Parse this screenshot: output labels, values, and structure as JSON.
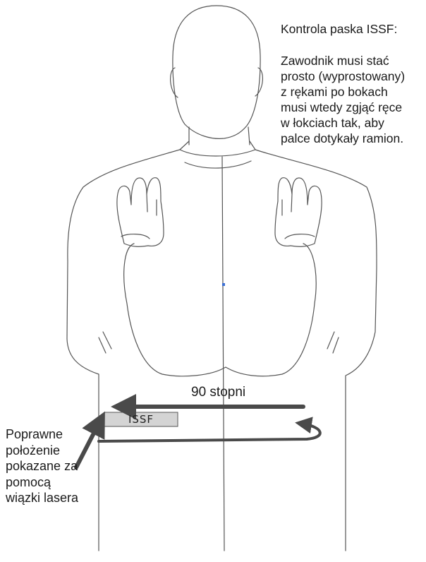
{
  "info": {
    "title": "Kontrola paska ISSF:",
    "description_lines": [
      "Zawodnik musi stać",
      "prosto (wyprostowany)",
      "z rękami po bokach",
      "musi wtedy zgjąć ręce",
      "w łokciach tak, aby",
      "palce dotykały ramion."
    ]
  },
  "annotations": {
    "angle_label": "90 stopni",
    "belt_label": "ISSF",
    "laser_caption_lines": [
      "Poprawne",
      "położenie",
      "pokazane za",
      "pomocą",
      "wiązki lasera"
    ]
  },
  "colors": {
    "outline": "#555555",
    "arrow": "#4a4a4a",
    "belt_fill": "#d4d4d4",
    "marker": "#3b6fd4"
  },
  "icons": {
    "figure": "person-silhouette-icon",
    "arrows": "arrow-icon"
  }
}
